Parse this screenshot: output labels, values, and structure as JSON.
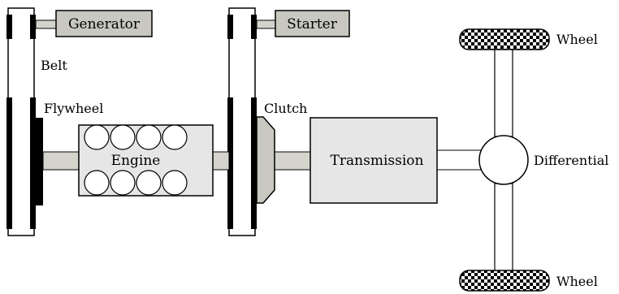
{
  "labels": {
    "generator": "Generator",
    "starter": "Starter",
    "belt": "Belt",
    "flywheel": "Flywheel",
    "clutch": "Clutch",
    "engine": "Engine",
    "transmission": "Transmission",
    "differential": "Differential",
    "wheel_top": "Wheel",
    "wheel_bottom": "Wheel"
  },
  "colors": {
    "component_fill": "#e6e6e6",
    "box_fill": "#c8c8c0",
    "shaft_fill": "#d4d4cc",
    "belt_black": "#000000",
    "outline": "#000000"
  }
}
